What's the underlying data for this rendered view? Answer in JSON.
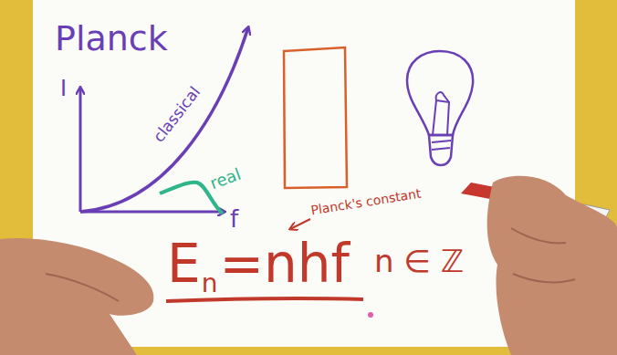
{
  "diagram": {
    "title": "Planck",
    "labels": [
      "I",
      "f",
      "classical",
      "real",
      "Planck's constant",
      "E",
      "n",
      "=nhf",
      "n ∈ ℤ"
    ]
  }
}
